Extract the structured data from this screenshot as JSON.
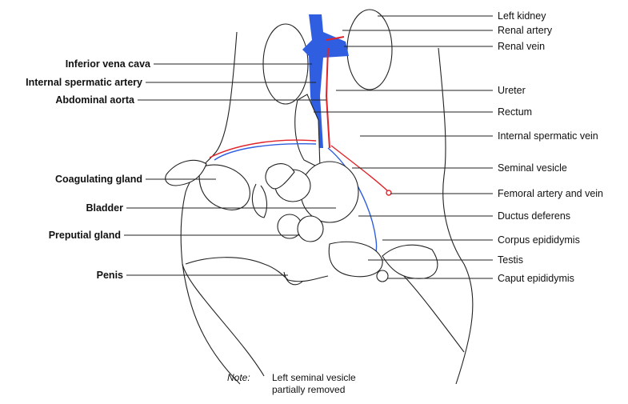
{
  "diagram": {
    "labels_left": [
      {
        "id": "inferior-vena-cava",
        "text": "Inferior vena cava"
      },
      {
        "id": "internal-spermatic-artery",
        "text": "Internal spermatic artery"
      },
      {
        "id": "abdominal-aorta",
        "text": "Abdominal aorta"
      },
      {
        "id": "coagulating-gland",
        "text": "Coagulating gland"
      },
      {
        "id": "bladder",
        "text": "Bladder"
      },
      {
        "id": "preputial-gland",
        "text": "Preputial gland"
      },
      {
        "id": "penis",
        "text": "Penis"
      }
    ],
    "labels_right": [
      {
        "id": "left-kidney",
        "text": "Left kidney"
      },
      {
        "id": "renal-artery",
        "text": "Renal artery"
      },
      {
        "id": "renal-vein",
        "text": "Renal vein"
      },
      {
        "id": "ureter",
        "text": "Ureter"
      },
      {
        "id": "rectum",
        "text": "Rectum"
      },
      {
        "id": "internal-spermatic-vein",
        "text": "Internal spermatic vein"
      },
      {
        "id": "seminal-vesicle",
        "text": "Seminal vesicle"
      },
      {
        "id": "femoral-artery-and-vein",
        "text": "Femoral artery and vein"
      },
      {
        "id": "ductus-deferens",
        "text": "Ductus deferens"
      },
      {
        "id": "corpus-epididymis",
        "text": "Corpus epididymis"
      },
      {
        "id": "testis",
        "text": "Testis"
      },
      {
        "id": "caput-epididymis",
        "text": "Caput epididymis"
      }
    ],
    "note": {
      "key": "Note:",
      "lines": [
        "Left seminal vesicle",
        "partially removed"
      ]
    },
    "colors": {
      "vein": "#2f5fe0",
      "artery": "#e0242a",
      "outline": "#222222"
    }
  }
}
